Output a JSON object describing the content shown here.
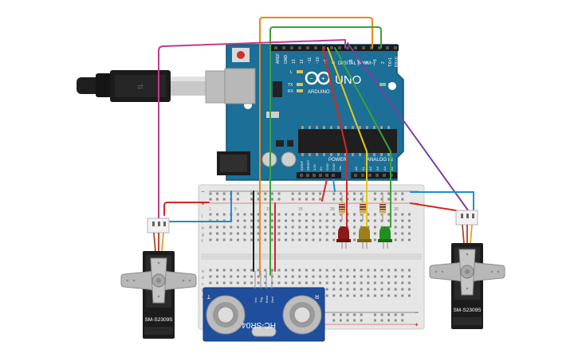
{
  "arduino": {
    "brand": "ARDUINO",
    "model": "UNO",
    "digital_header": "DIGITAL (PWM~)",
    "analog_header": "ANALOG IN",
    "power_header": "POWER",
    "label_aref": "AREF",
    "label_gnd": "GND",
    "label_tx": "TX",
    "label_rx": "RX",
    "label_on": "ON",
    "label_l": "L",
    "digital_pins": [
      "13",
      "12",
      "~11",
      "~10",
      "~9",
      "8",
      "7",
      "~6",
      "~5",
      "4",
      "~3",
      "2",
      "TX>1",
      "RX<0"
    ],
    "analog_pins": [
      "A0",
      "A1",
      "A2",
      "A3",
      "A4",
      "A5"
    ],
    "power_pins": [
      "IOREF",
      "RESET",
      "3.3V",
      "5V",
      "GND",
      "GND",
      "Vin"
    ]
  },
  "sensor": {
    "model": "HC-SR04",
    "pins": [
      "Vcc",
      "Trig",
      "Echo",
      "Gnd"
    ],
    "t_label": "T",
    "r_label": "R"
  },
  "servos": [
    {
      "id": "left",
      "label": "SM-S2309S"
    },
    {
      "id": "right",
      "label": "SM-S2309S"
    }
  ],
  "leds": [
    {
      "id": "red",
      "color": "#8a1a1a"
    },
    {
      "id": "yellow",
      "color": "#9a8016"
    },
    {
      "id": "green",
      "color": "#1f8f1f"
    }
  ],
  "breadboard": {
    "row_letters_top": [
      "j",
      "i",
      "h",
      "g",
      "f"
    ],
    "row_letters_bottom": [
      "e",
      "d",
      "c",
      "b",
      "a"
    ],
    "column_numbers": [
      "1",
      "5",
      "10",
      "15",
      "20",
      "25",
      "30"
    ]
  },
  "wire_colors": {
    "orange": "#e6891a",
    "green": "#3aa33a",
    "purple": "#7b3fa1",
    "magenta": "#c23a8e",
    "red": "#d62626",
    "blue": "#1d8fcf",
    "yellow": "#e8c81a",
    "black": "#222222"
  }
}
